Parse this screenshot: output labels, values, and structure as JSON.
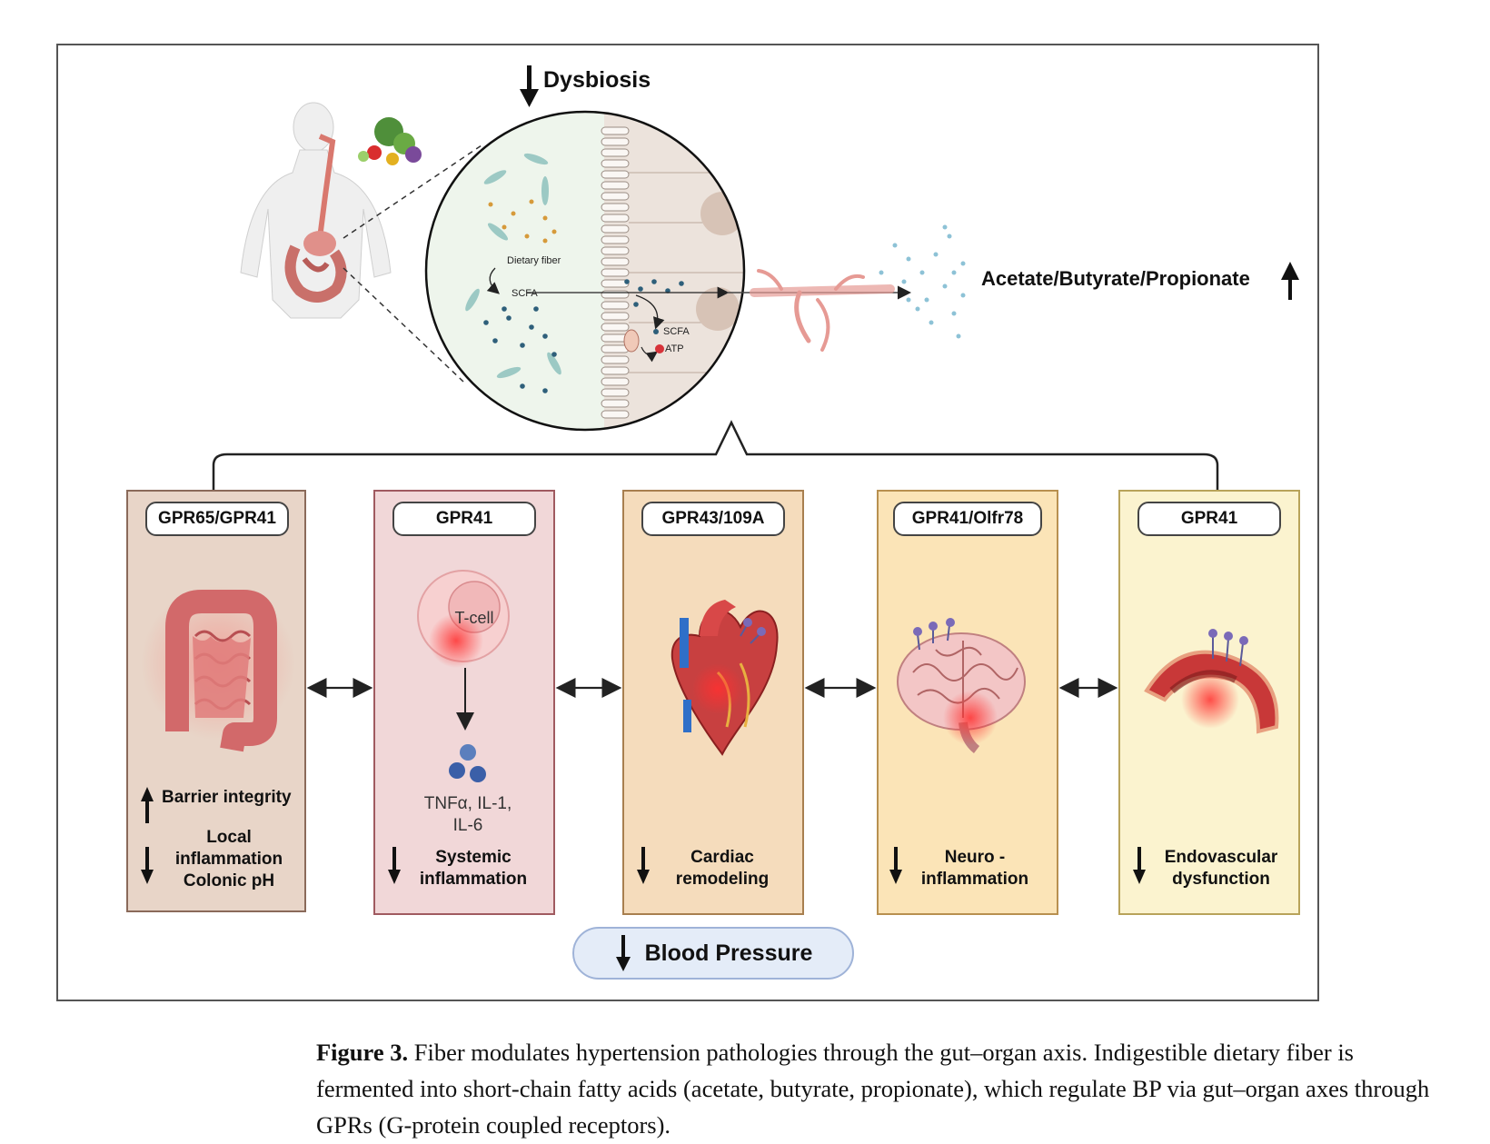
{
  "figure": {
    "top_label": "Dysbiosis",
    "zoom_labels": {
      "dietary_fiber": "Dietary fiber",
      "scfa_lumen": "SCFA",
      "scfa_cell": "SCFA",
      "atp": "ATP"
    },
    "scfa_output": "Acetate/Butyrate/Propionate",
    "panels": [
      {
        "receptor": "GPR65/GPR41",
        "organ_icon": "colon-icon",
        "fill": "#e8d5c8",
        "border": "#8a6a5a",
        "up_effect": "Barrier integrity",
        "down_effect": "Local\ninflammation\nColonic pH"
      },
      {
        "receptor": "GPR41",
        "organ_icon": "t-cell-icon",
        "fill": "#f1d7d8",
        "border": "#a05a60",
        "cell_label": "T-cell",
        "cytokines": "TNFα, IL-1,\nIL-6",
        "down_effect": "Systemic\ninflammation"
      },
      {
        "receptor": "GPR43/109A",
        "organ_icon": "heart-icon",
        "fill": "#f5dcbc",
        "border": "#a87f4f",
        "down_effect": "Cardiac\nremodeling"
      },
      {
        "receptor": "GPR41/Olfr78",
        "organ_icon": "brain-icon",
        "fill": "#fbe4b7",
        "border": "#b89050",
        "down_effect": "Neuro -\ninflammation"
      },
      {
        "receptor": "GPR41",
        "organ_icon": "blood-vessel-icon",
        "fill": "#fbf3cf",
        "border": "#b8a35a",
        "down_effect": "Endovascular\ndysfunction"
      }
    ],
    "outcome": "Blood Pressure"
  },
  "caption": {
    "label": "Figure 3.",
    "text": "Fiber modulates hypertension pathologies through the gut–organ axis. Indigestible dietary fiber is fermented into short-chain fatty acids (acetate, butyrate, propionate), which regulate BP via gut–organ axes through GPRs (G-protein coupled receptors)."
  }
}
